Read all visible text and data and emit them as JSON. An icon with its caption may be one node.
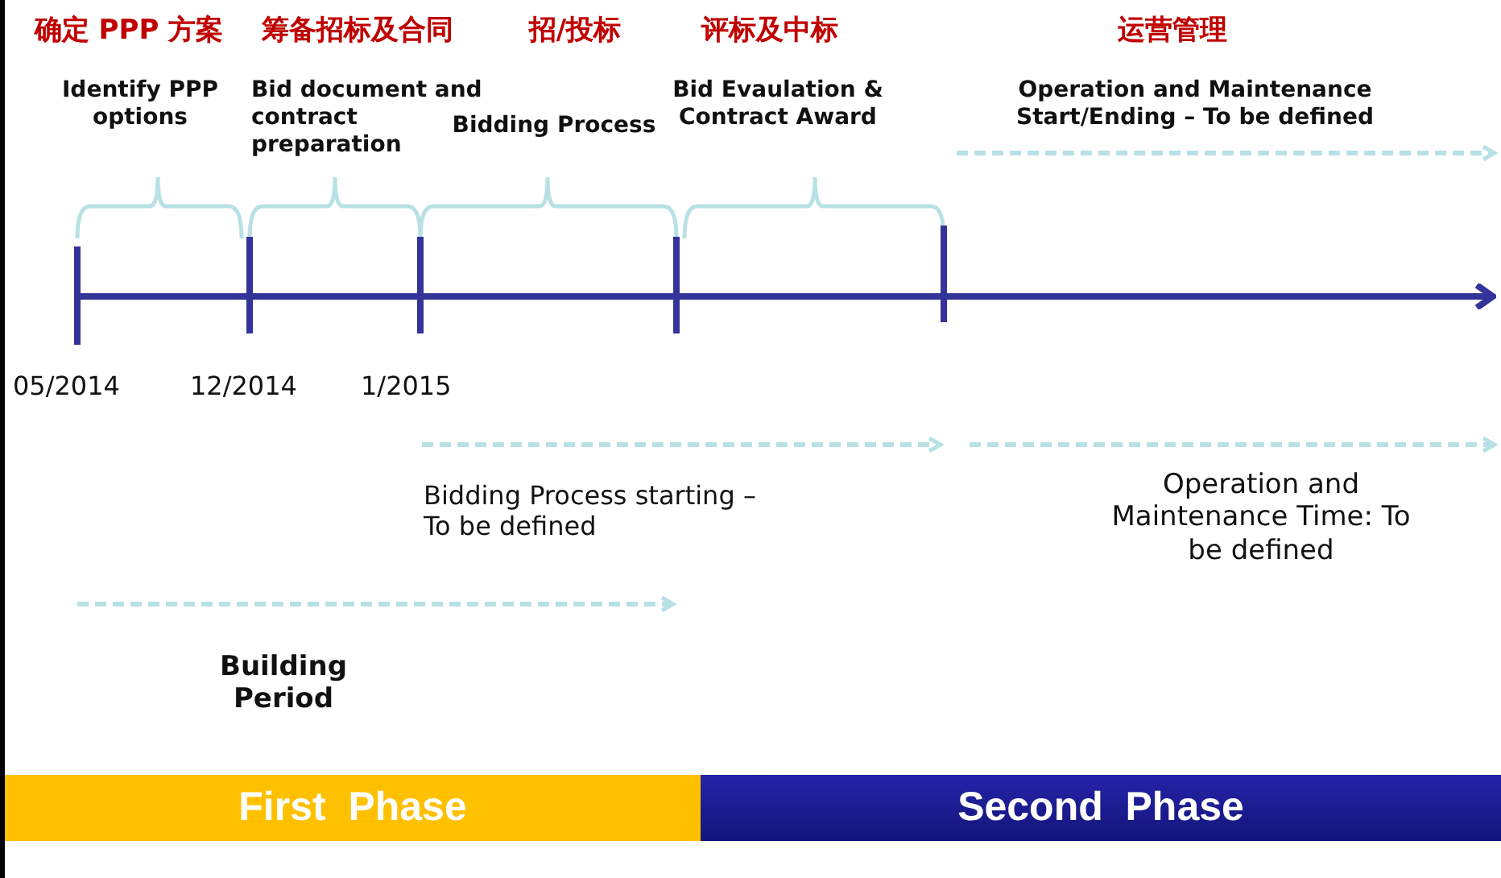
{
  "diagram": {
    "nodes": [
      {
        "text": [
          "First  Phase"
        ]
      },
      {
        "text": [
          "Second  Phase"
        ]
      }
    ],
    "edges": [],
    "labels": [
      "确定 PPP 方案",
      "筹备招标及合同",
      "招/投标",
      "评标及中标",
      "运营管理",
      "Identify PPP options",
      "Bid document and contract preparation",
      "Bidding Process",
      "Bid Evaulation & Contract Award",
      "Operation and Maintenance Start/Ending – To be defined",
      "05/2014",
      "12/2014",
      "1/2015",
      "Bidding Process starting – To be defined",
      "Operation and Maintenance Time: To be defined",
      "Building Period"
    ]
  }
}
